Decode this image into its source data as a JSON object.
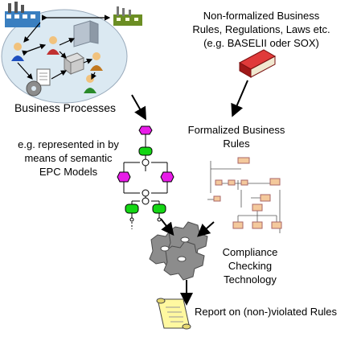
{
  "labels": {
    "business_processes": "Business Processes",
    "nonformalized_line1": "Non-formalized Business",
    "nonformalized_line2": "Rules, Regulations, Laws etc.",
    "nonformalized_line3": "(e.g. BASELII oder SOX)",
    "formalized_line1": "Formalized Business",
    "formalized_line2": "Rules",
    "epc_line1": "e.g. represented in by",
    "epc_line2": "means of semantic",
    "epc_line3": "EPC Models",
    "compliance_line1": "Compliance",
    "compliance_line2": "Checking",
    "compliance_line3": "Technology",
    "report": "Report on (non-)violated Rules"
  },
  "colors": {
    "epc_event": "#e81ce8",
    "epc_function": "#14d614",
    "ellipse_fill": "#dbe9f2",
    "gear": "#8c8c8c",
    "book": "#c81e1e",
    "scroll": "#fff8a0",
    "rule_box": "#f4c99c"
  },
  "icons": [
    "factory-icon",
    "building-icon",
    "person-icon",
    "document-icon",
    "server-icon",
    "gear-icon",
    "book-icon",
    "scroll-icon"
  ]
}
